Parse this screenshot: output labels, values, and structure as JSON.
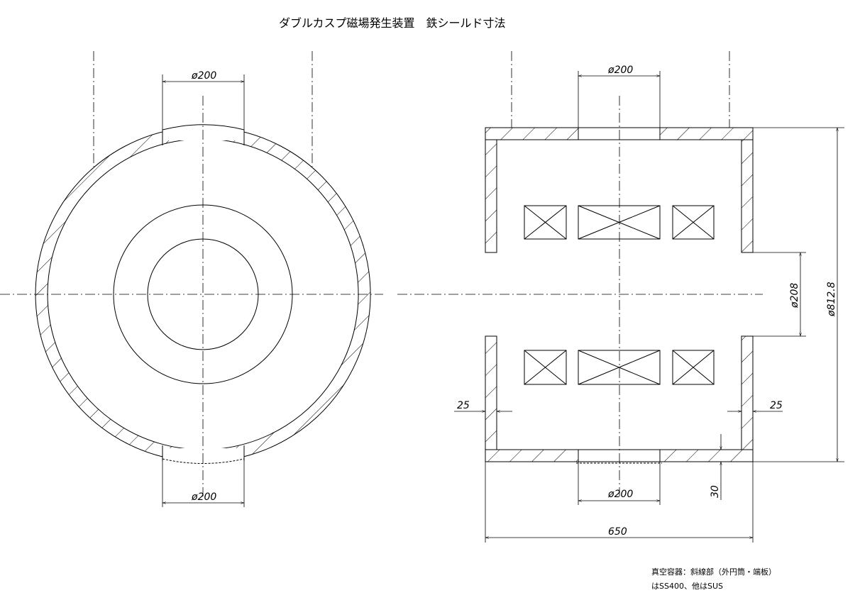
{
  "title": "ダブルカスプ磁場発生装置　鉄シールド寸法",
  "front_view": {
    "dim_top": "ø200",
    "dim_bottom": "ø200"
  },
  "side_view": {
    "dim_top": "ø200",
    "dim_bottom": "ø200",
    "dim_height": "ø812.8",
    "dim_gap": "ø208",
    "dim_width": "650",
    "dim_wall_left": "25",
    "dim_wall_right": "25",
    "dim_endplate": "30"
  },
  "note": {
    "line1": "真空容器：斜線部（外円筒・端板）",
    "line2": "はSS400、他はSUS"
  }
}
